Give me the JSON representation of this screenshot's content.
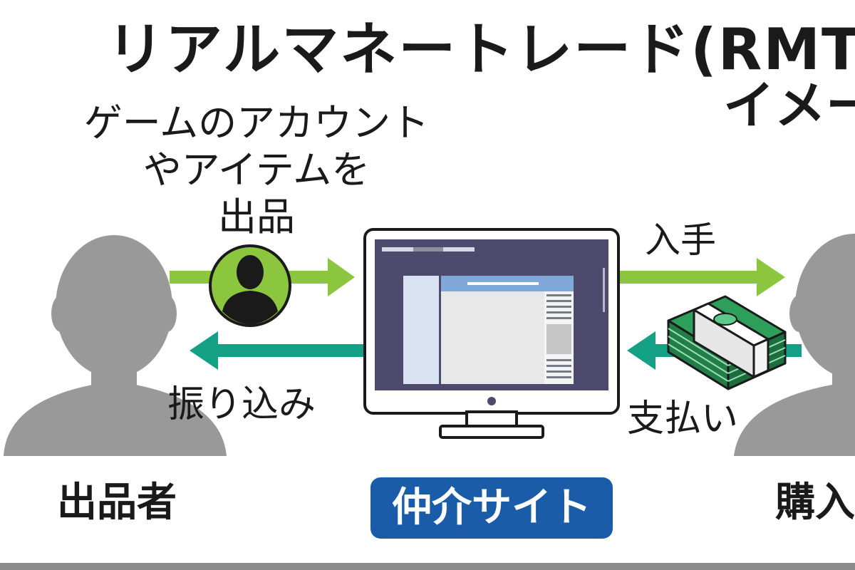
{
  "title": "リアルマネートレード(RMT",
  "subtitle": "イメー",
  "labels": {
    "listing": "ゲームのアカウント\nやアイテムを\n出品",
    "obtain": "入手",
    "transfer": "振り込み",
    "payment": "支払い",
    "seller": "出品者",
    "site": "仲介サイト",
    "buyer": "購入"
  },
  "colors": {
    "arrow_green": "#8cc63f",
    "arrow_teal": "#14a085",
    "person_gray": "#999999",
    "badge_blue": "#1a5ca8",
    "monitor_screen": "#4e4a6e",
    "money_green": "#2e9e5b",
    "avatar_circle": "#8cc63f"
  },
  "icons": {
    "seller_figure": "person-silhouette-icon",
    "buyer_figure": "person-silhouette-icon",
    "account_avatar": "user-avatar-icon",
    "site": "desktop-monitor-icon",
    "money": "banknote-stack-icon"
  }
}
